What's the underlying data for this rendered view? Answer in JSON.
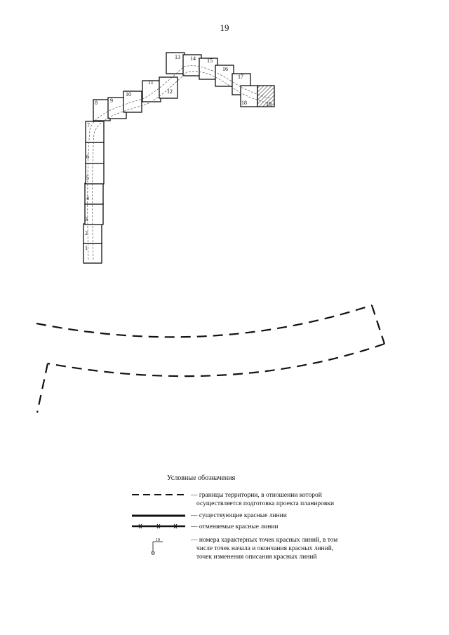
{
  "page": {
    "number": "19"
  },
  "sheet_index": {
    "labels": [
      "1",
      "2",
      "3",
      "4",
      "5",
      "6",
      "7",
      "8",
      "9",
      "10",
      "11",
      "12",
      "13",
      "14",
      "15",
      "16",
      "17",
      "18",
      "19"
    ]
  },
  "legend": {
    "title": "Условные обозначения",
    "items": [
      {
        "id": "boundary",
        "text1": "— границы территории, в отношении которой",
        "text2": "осуществляется подготовка проекта планировки"
      },
      {
        "id": "existing",
        "text1": "— существующие красные линии"
      },
      {
        "id": "cancelled",
        "text1": "— отменяемые красные линии"
      },
      {
        "id": "points",
        "text1": "— номера характерных точек красных линий, в том",
        "text2": "числе точек начала и окончания красных линий,",
        "text3": "точек изменения описания красных линий",
        "symbol_label": "10"
      }
    ]
  }
}
